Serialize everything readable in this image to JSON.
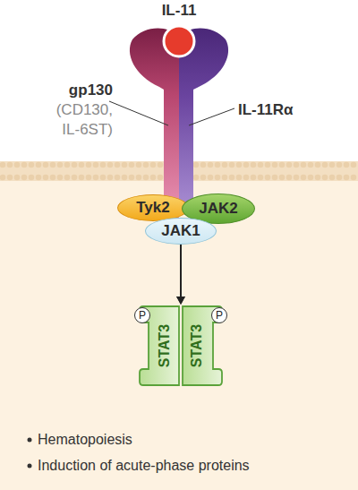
{
  "diagram": {
    "nodes": [
      {
        "text": [
          "IL-11"
        ]
      },
      {
        "text": [
          "Tyk2"
        ]
      },
      {
        "text": [
          "JAK2"
        ]
      },
      {
        "text": [
          "JAK1"
        ]
      },
      {
        "text": [
          "STAT3"
        ]
      },
      {
        "text": [
          "P"
        ],
        "in": 4
      },
      {
        "text": [
          "STAT3"
        ]
      },
      {
        "text": [
          "P"
        ],
        "in": 6
      }
    ],
    "edges": [
      {
        "from": 3,
        "to": 4,
        "arrow": "to"
      },
      {
        "from": 3,
        "to": 6,
        "arrow": "to"
      }
    ],
    "labels": [
      "gp130",
      "(CD130, IL-6ST)",
      "IL-11Rα",
      "Hematopoiesis",
      "Induction of acute-phase proteins"
    ]
  }
}
